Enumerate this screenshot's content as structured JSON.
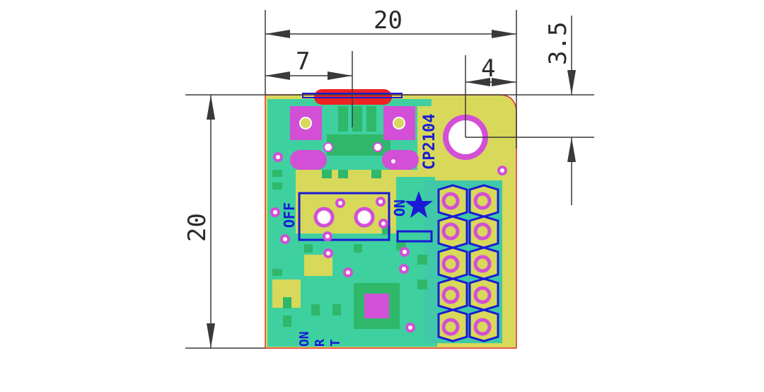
{
  "dimensions": {
    "top_width": "20",
    "left_height": "20",
    "connector_offset": "7",
    "hole_offset_x": "4",
    "hole_offset_y": "3.5"
  },
  "silkscreen": {
    "chip_label": "CP2104",
    "switch_off": "OFF",
    "switch_on": "ON",
    "bottom_label_1": "ON",
    "bottom_label_2": "R",
    "bottom_label_3": "T"
  },
  "colors": {
    "board_edge": "#e03030",
    "copper_top": "#3fd0a0",
    "copper_bottom": "#d8d85a",
    "pads": "#d24fd6",
    "connector": "#ee2222",
    "silk": "#1a1ad6"
  }
}
